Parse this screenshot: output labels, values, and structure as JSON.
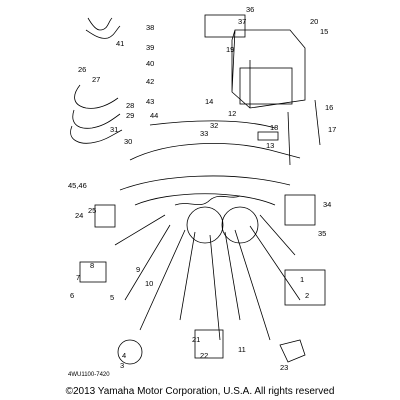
{
  "diagram": {
    "callouts": [
      "1",
      "2",
      "3",
      "4",
      "5",
      "6",
      "7",
      "8",
      "9",
      "10",
      "11",
      "12",
      "13",
      "14",
      "15",
      "16",
      "17",
      "18",
      "19",
      "20",
      "21",
      "22",
      "23",
      "24",
      "25",
      "26",
      "27",
      "28",
      "29",
      "30",
      "31",
      "32",
      "33",
      "34",
      "35",
      "36",
      "37",
      "38",
      "39",
      "40",
      "41",
      "42",
      "43",
      "44",
      "45,46"
    ],
    "diagram_code": "4WU1100-7420",
    "copyright": "©2013 Yamaha Motor Corporation, U.S.A. All rights reserved"
  }
}
